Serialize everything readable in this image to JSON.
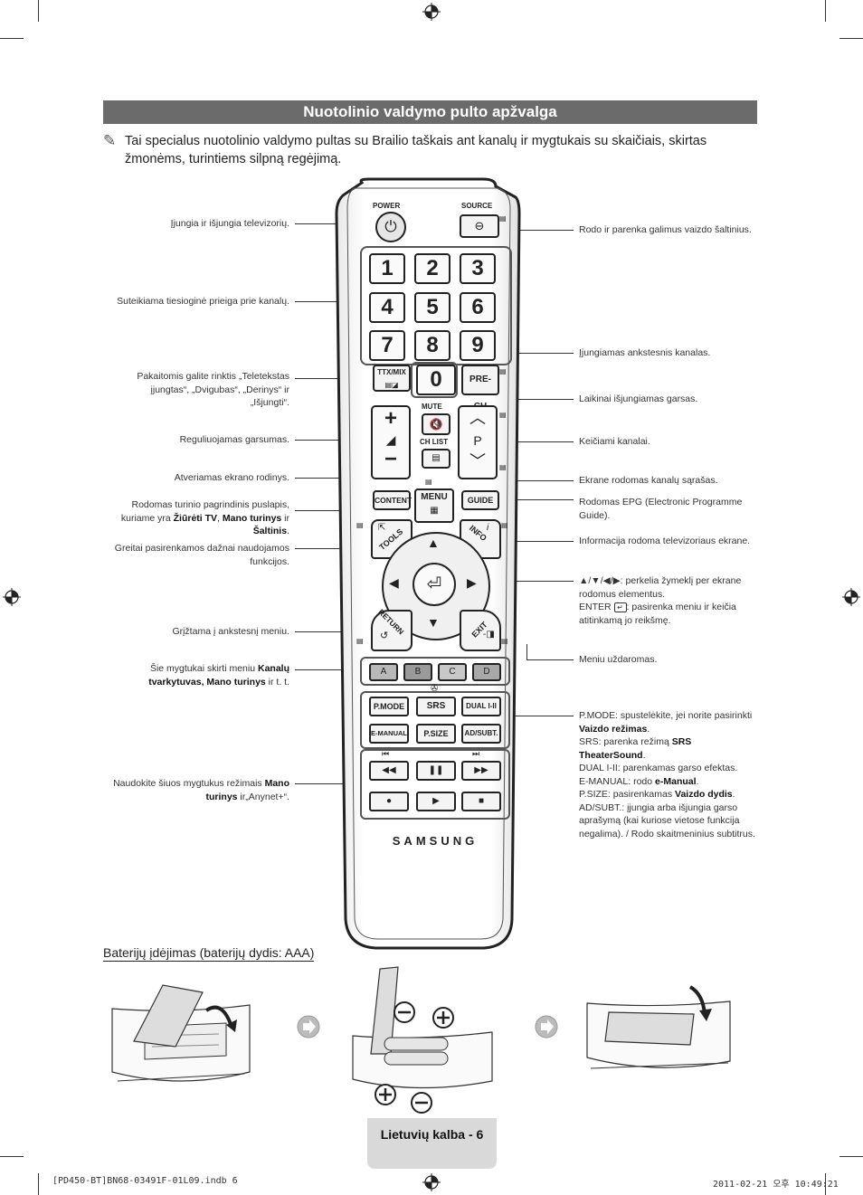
{
  "page": {
    "title": "Nuotolinio valdymo pulto apžvalga",
    "note_text": "Tai specialus nuotolinio valdymo pultas su Brailio taškais ant kanalų ir mygtukais su skaičiais, skirtas žmonėms, turintiems silpną regėjimą.",
    "battery_title": "Baterijų įdėjimas (baterijų dydis: AAA)",
    "footer_label": "Lietuvių kalba - 6",
    "print_file": "[PD450-BT]BN68-03491F-01L09.indb   6",
    "print_date": "2011-02-21   오후 10:49:21"
  },
  "left_labels": {
    "power": "Įjungia ir išjungia televizorių.",
    "numbers": "Suteikiama tiesioginė prieiga prie kanalų.",
    "ttx": "Pakaitomis galite rinktis „Teletekstas įjungtas“, „Dvigubas“, „Derinys“ ir „Išjungti“.",
    "volume": "Reguliuojamas garsumas.",
    "menu": "Atveriamas ekrano rodinys.",
    "content_a": "Rodomas turinio pagrindinis puslapis, kuriame yra ",
    "content_b": "Žiūrėti TV",
    "content_c": ", ",
    "content_d": "Mano turinys",
    "content_e": " ir ",
    "content_f": "Šaltinis",
    "content_g": ".",
    "tools": "Greitai pasirenkamos dažnai naudojamos funkcijos.",
    "return": "Grįžtama į ankstesnį meniu.",
    "abcd_a": "Šie mygtukai skirti meniu ",
    "abcd_b": "Kanalų tvarkytuvas, Mano turinys",
    "abcd_c": " ir t. t.",
    "media_a": "Naudokite šiuos mygtukus režimais ",
    "media_b": "Mano turinys",
    "media_c": " ir„Anynet+“."
  },
  "right_labels": {
    "source": "Rodo ir parenka galimus vaizdo šaltinius.",
    "prech": "Įjungiamas ankstesnis kanalas.",
    "mute": "Laikinai išjungiamas garsas.",
    "channel": "Keičiami kanalai.",
    "chlist": "Ekrane rodomas kanalų sąrašas.",
    "guide": "Rodomas EPG (Electronic Programme Guide).",
    "info": "Informacija rodoma televizoriaus ekrane.",
    "arrows_a": "▲/▼/◀/▶: perkelia žymeklį per ekrane rodomus elementus.",
    "arrows_b": "ENTER ",
    "arrows_c": ": pasirenka meniu ir keičia atitinkamą jo reikšmę.",
    "exit": "Meniu uždaromas.",
    "pmode_a": "P.MODE",
    "pmode_b": ": spustelėkite, jei norite pasirinkti ",
    "pmode_c": "Vaizdo režimas",
    "pmode_d": ".",
    "srs_a": "SRS",
    "srs_b": ": parenka režimą ",
    "srs_c": "SRS TheaterSound",
    "srs_d": ".",
    "dual_a": "DUAL I-II",
    "dual_b": ": parenkamas garso efektas.",
    "emanual_a": "E-MANUAL",
    "emanual_b": ": rodo ",
    "emanual_c": "e-Manual",
    "emanual_d": ".",
    "psize_a": "P.SIZE",
    "psize_b": ": pasirenkamas ",
    "psize_c": "Vaizdo dydis",
    "psize_d": ".",
    "adsubt_a": "AD/SUBT.",
    "adsubt_b": ": įjungia arba išjungia garso aprašymą (kai kuriose vietose funkcija negalima). / Rodo skaitmeninius subtitrus."
  },
  "remote": {
    "power": "POWER",
    "source": "SOURCE",
    "digits": [
      "1",
      "2",
      "3",
      "4",
      "5",
      "6",
      "7",
      "8",
      "9"
    ],
    "zero": "0",
    "ttx": "TTX/MIX",
    "prech": "PRE-CH",
    "mute": "MUTE",
    "p": "P",
    "chlist": "CH LIST",
    "content": "CONTENT",
    "menu": "MENU",
    "guide": "GUIDE",
    "tools": "TOOLS",
    "info": "INFO",
    "return": "RETURN",
    "exit": "EXIT",
    "abcd": [
      "A",
      "B",
      "C",
      "D"
    ],
    "fn_row1": [
      "P.MODE",
      "SRS",
      "DUAL I-II"
    ],
    "fn_row2": [
      "E-MANUAL",
      "P.SIZE",
      "AD/SUBT."
    ],
    "brand": "SAMSUNG"
  },
  "colors": {
    "title_bar": "#6b6b6b",
    "abcd": [
      "#b8b8b8",
      "#9a9a9a",
      "#c8c8c8",
      "#a8a8a8"
    ],
    "footer": "#d9d9d9"
  }
}
